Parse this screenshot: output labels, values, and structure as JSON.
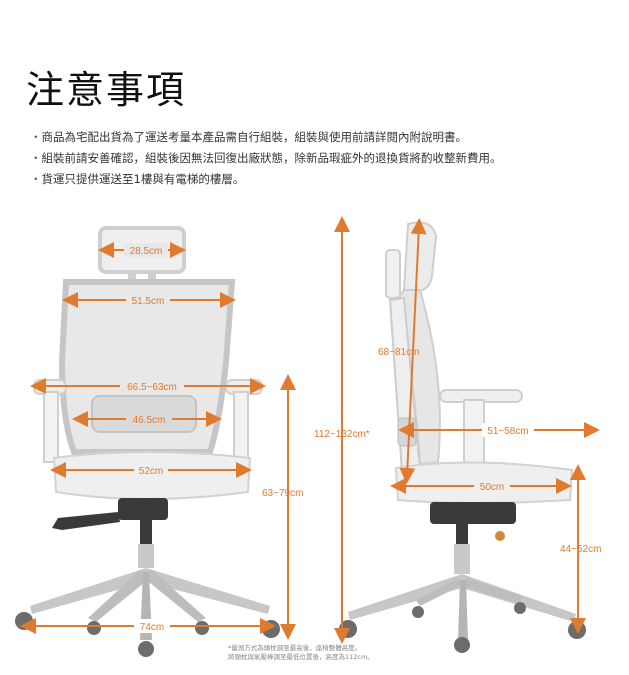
{
  "title": "注意事項",
  "notes": [
    "商品為宅配出貨為了運送考量本產品需自行組裝，組裝與使用前請詳閱內附說明書。",
    "組裝前請安善確認，組裝後因無法回復出廠狀態，除新品瑕疵外的退換貨將酌收整新費用。",
    "貨運只提供運送至1樓與有電梯的樓層。"
  ],
  "front_view": {
    "headrest_width": "28.5cm",
    "back_width": "51.5cm",
    "armrest_span": "66.5~63cm",
    "armrest_inner": "46.5cm",
    "seat_width": "52cm",
    "seat_height": "63~79cm",
    "base_width": "74cm"
  },
  "side_view": {
    "overall_height": "112~132cm*",
    "back_height": "68~81cm",
    "arm_depth": "51~58cm",
    "seat_depth": "50cm",
    "arm_height": "44~52cm"
  },
  "footnote": {
    "line1": "*量測方式為頭枕調至最高後，座椅整體高度。",
    "line2": "將頭枕與氣壓棒調至最低位置後，高度為112cm。"
  },
  "colors": {
    "accent": "#e07a2e",
    "frame": "#cfcfcf",
    "mesh": "#e3e3e3",
    "metal": "#bdbdbd",
    "dark": "#3a3a3a"
  }
}
